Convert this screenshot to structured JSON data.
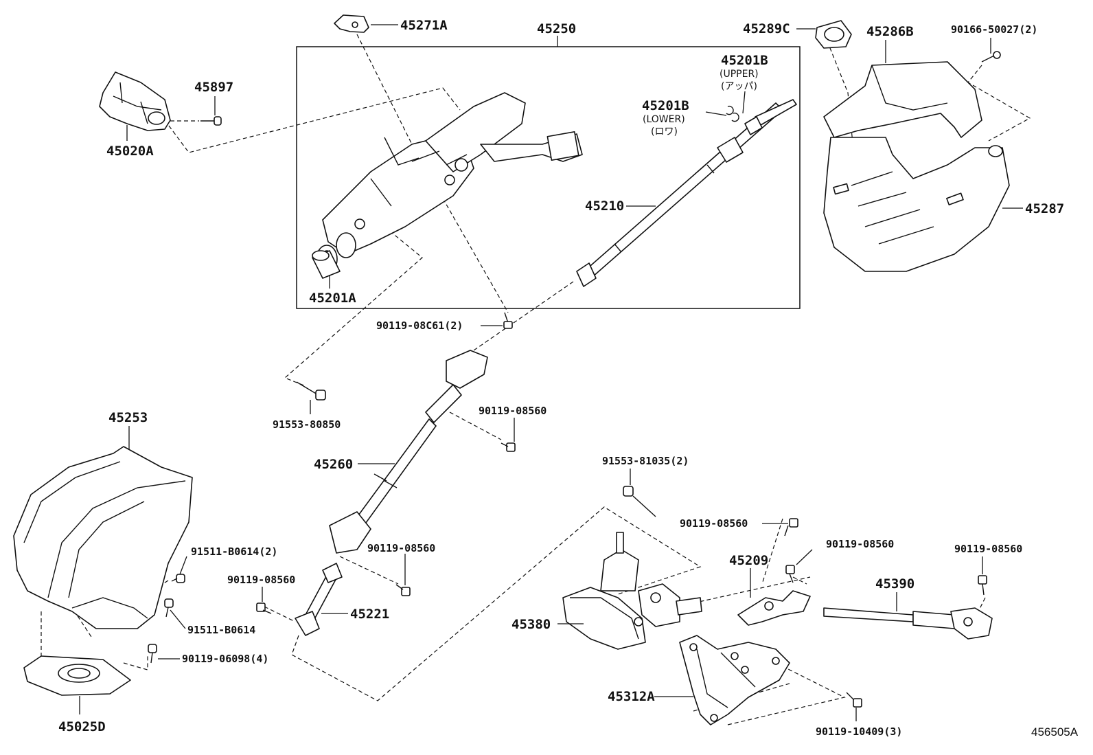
{
  "diagram": {
    "group_box_label": "45250",
    "reference_code": "456505A",
    "parts": [
      {
        "id": "45271A"
      },
      {
        "id": "45250"
      },
      {
        "id": "45289C"
      },
      {
        "id": "45286B"
      },
      {
        "id": "90166-50027(2)"
      },
      {
        "id": "45897"
      },
      {
        "id": "45020A"
      },
      {
        "id": "45201B",
        "note": "(UPPER)",
        "note_jp": "(アッパ)"
      },
      {
        "id": "45201B",
        "note": "(LOWER)",
        "note_jp": "(ロワ)"
      },
      {
        "id": "45210"
      },
      {
        "id": "45287"
      },
      {
        "id": "45201A"
      },
      {
        "id": "90119-08C61(2)"
      },
      {
        "id": "91553-80850"
      },
      {
        "id": "90119-08560"
      },
      {
        "id": "45260"
      },
      {
        "id": "45253"
      },
      {
        "id": "91553-81035(2)"
      },
      {
        "id": "90119-08560"
      },
      {
        "id": "45209"
      },
      {
        "id": "90119-08560"
      },
      {
        "id": "90119-08560"
      },
      {
        "id": "45390"
      },
      {
        "id": "91511-B0614(2)"
      },
      {
        "id": "90119-08560"
      },
      {
        "id": "90119-08560"
      },
      {
        "id": "45221"
      },
      {
        "id": "45380"
      },
      {
        "id": "91511-B0614"
      },
      {
        "id": "90119-06098(4)"
      },
      {
        "id": "45312A"
      },
      {
        "id": "90119-10409(3)"
      },
      {
        "id": "45025D"
      }
    ]
  }
}
